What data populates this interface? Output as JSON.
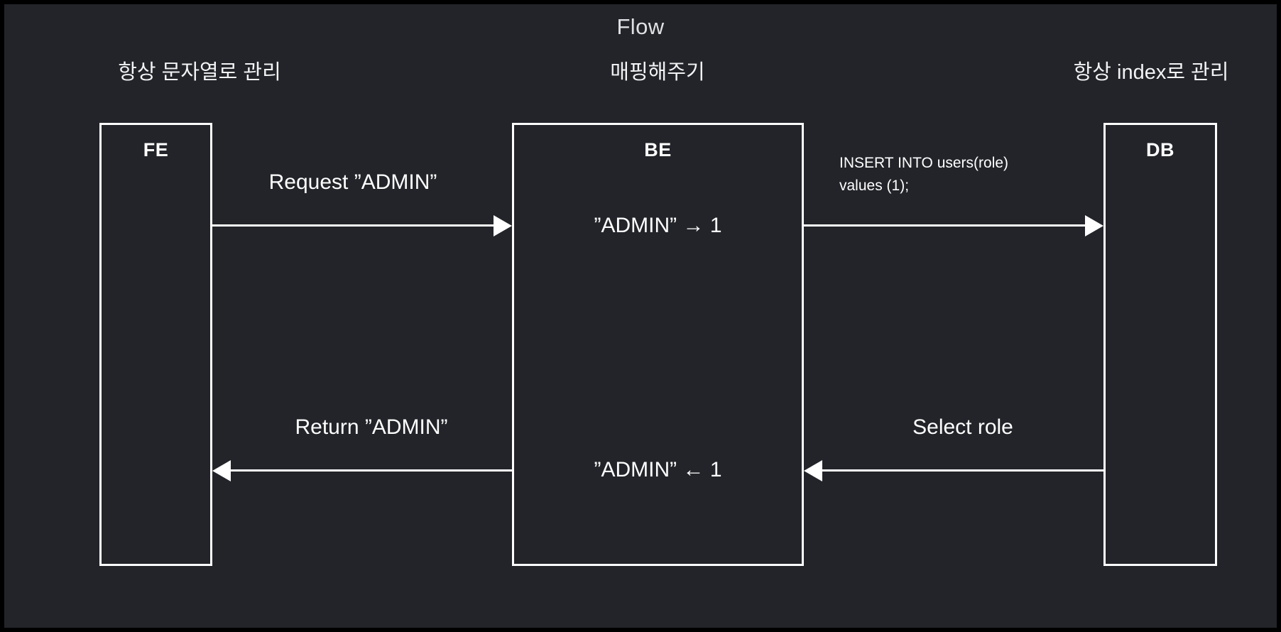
{
  "diagram": {
    "title": "Flow",
    "background_color": "#222429",
    "stroke_color": "#ffffff",
    "frame_color": "#000000",
    "type": "sequence-flow"
  },
  "captions": {
    "fe": "항상 문자열로 관리",
    "be": "매핑해주기",
    "db": "항상 index로 관리"
  },
  "lanes": [
    {
      "id": "fe",
      "label": "FE"
    },
    {
      "id": "be",
      "label": "BE"
    },
    {
      "id": "db",
      "label": "DB"
    }
  ],
  "be_notes": {
    "map": "”ADMIN” → 1",
    "unmap": "”ADMIN” ← 1"
  },
  "messages": [
    {
      "id": "request",
      "label": "Request ”ADMIN”",
      "from": "fe",
      "to": "be",
      "direction": "right"
    },
    {
      "id": "insert",
      "label_line1": "INSERT INTO users(role)",
      "label_line2": "values (1);",
      "from": "be",
      "to": "db",
      "direction": "right"
    },
    {
      "id": "select",
      "label": "Select role",
      "from": "db",
      "to": "be",
      "direction": "left"
    },
    {
      "id": "return",
      "label": "Return ”ADMIN”",
      "from": "be",
      "to": "fe",
      "direction": "left"
    }
  ]
}
